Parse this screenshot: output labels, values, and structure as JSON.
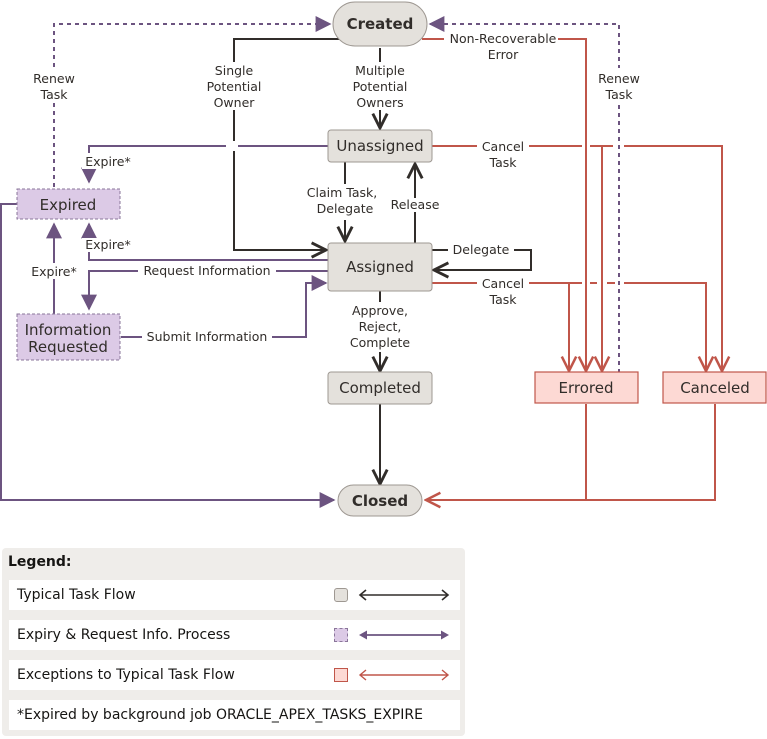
{
  "diagram": {
    "title": "Task state diagram",
    "states": {
      "created": "Created",
      "unassigned": "Unassigned",
      "assigned": "Assigned",
      "completed": "Completed",
      "closed": "Closed",
      "expired": "Expired",
      "info_requested_line1": "Information",
      "info_requested_line2": "Requested",
      "errored": "Errored",
      "canceled": "Canceled"
    },
    "transitions": {
      "renew_task_left": [
        "Renew",
        "Task"
      ],
      "renew_task_right": [
        "Renew",
        "Task"
      ],
      "single_potential_owner": [
        "Single",
        "Potential",
        "Owner"
      ],
      "multiple_potential_owners": [
        "Multiple",
        "Potential",
        "Owners"
      ],
      "non_recoverable_error": [
        "Non-Recoverable",
        "Error"
      ],
      "cancel_task_unassigned": [
        "Cancel",
        "Task"
      ],
      "cancel_task_assigned": [
        "Cancel",
        "Task"
      ],
      "expire_from_unassigned": "Expire*",
      "expire_from_assigned": "Expire*",
      "expire_from_info": "Expire*",
      "claim_task_delegate": [
        "Claim Task,",
        "Delegate"
      ],
      "release": "Release",
      "delegate": "Delegate",
      "request_information": "Request Information",
      "submit_information": "Submit Information",
      "approve_reject_complete": [
        "Approve,",
        "Reject,",
        "Complete"
      ]
    },
    "colors": {
      "typical": "#312d2a",
      "typical_fill": "#e4e1dc",
      "expiry": "#6c5480",
      "expiry_fill": "#dccae6",
      "exception": "#c0564a",
      "exception_fill": "#fdd9d4"
    }
  },
  "legend": {
    "title": "Legend:",
    "rows": [
      {
        "label": "Typical Task Flow",
        "kind": "typical"
      },
      {
        "label": "Expiry & Request Info. Process",
        "kind": "expiry"
      },
      {
        "label": "Exceptions to Typical Task Flow",
        "kind": "exception"
      }
    ],
    "footnote": "*Expired by background job ORACLE_APEX_TASKS_EXPIRE"
  }
}
